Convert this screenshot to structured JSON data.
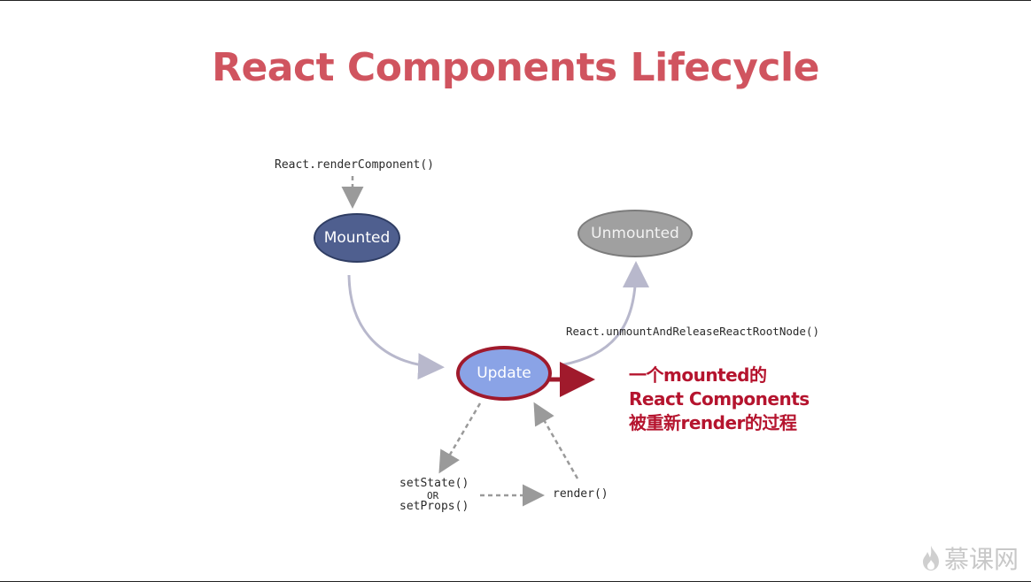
{
  "title": "React Components Lifecycle",
  "nodes": {
    "mounted": "Mounted",
    "unmounted": "Unmounted",
    "update": "Update"
  },
  "labels": {
    "render_component": "React.renderComponent()",
    "unmount": "React.unmountAndReleaseReactRootNode()",
    "set_state": "setState()",
    "or": "OR",
    "set_props": "setProps()",
    "render": "render()"
  },
  "annotation": {
    "lines": [
      "一个mounted的",
      "React Components",
      "被重新render的过程"
    ]
  },
  "logo": {
    "text": "慕课网",
    "icon": "flame-icon"
  },
  "colors": {
    "title": "#d0545f",
    "mounted": "#4f5f8f",
    "unmounted": "#a0a0a0",
    "update_fill": "#8aa3e6",
    "update_border": "#a01a2c",
    "annotation": "#b5142e"
  }
}
